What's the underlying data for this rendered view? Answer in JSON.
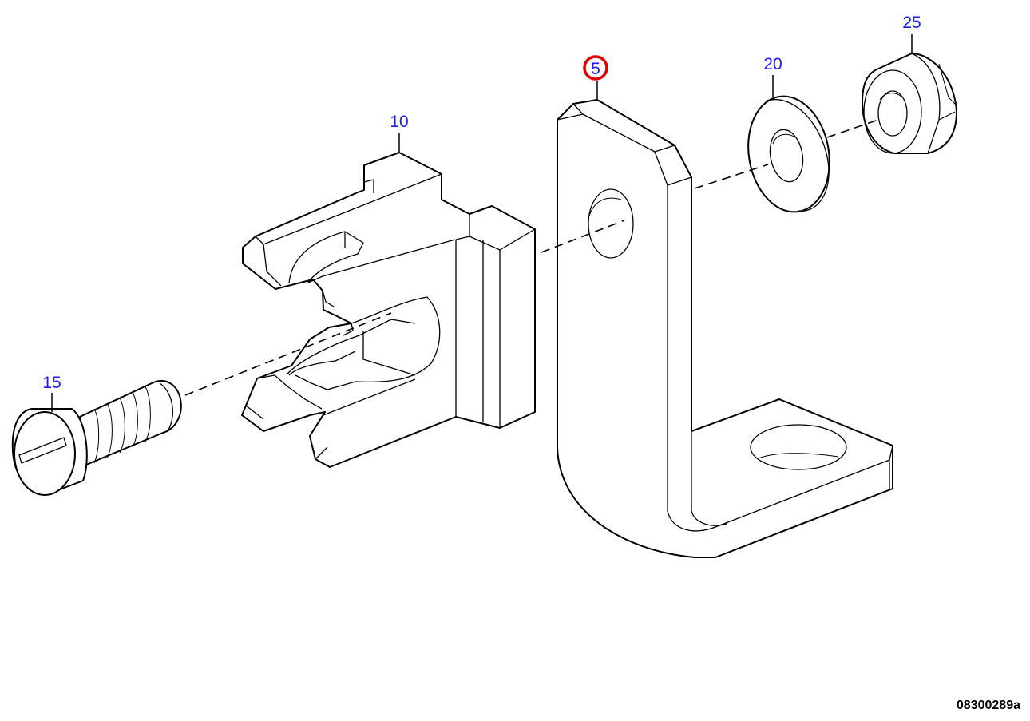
{
  "callouts": {
    "bracket": "5",
    "clip": "10",
    "screw": "15",
    "washer": "20",
    "nut": "25"
  },
  "highlight_color": "#e00000",
  "callout_color": "#1a1aff",
  "drawing_id": "08300289a"
}
